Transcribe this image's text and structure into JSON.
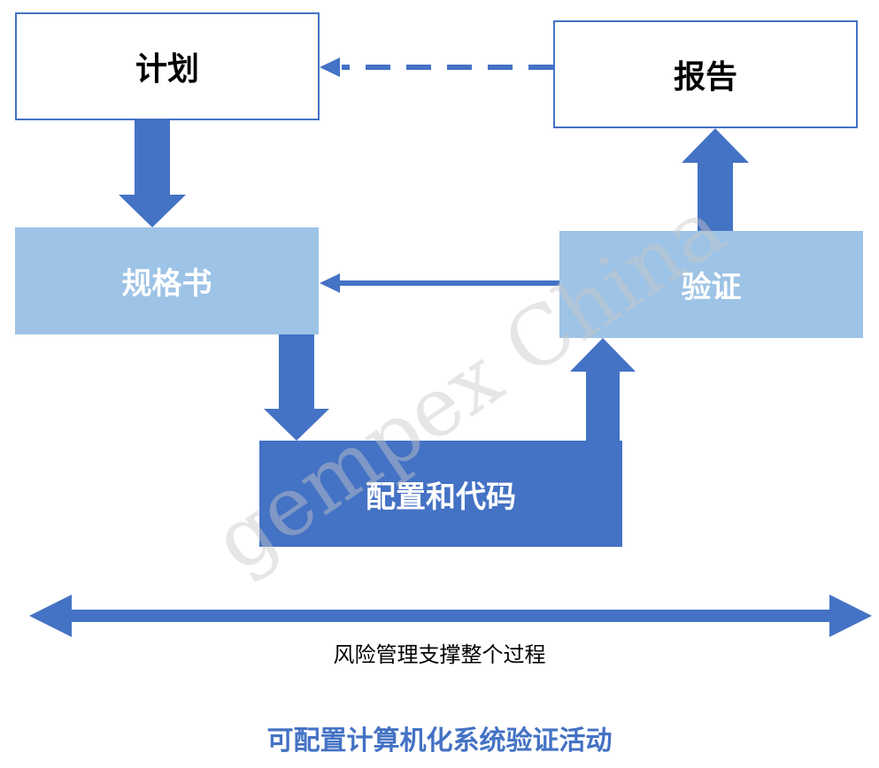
{
  "colors": {
    "dark_blue": "#4472c4",
    "light_blue": "#9dc3e6",
    "title_blue": "#4472c4"
  },
  "boxes": {
    "plan": "计划",
    "report": "报告",
    "specification": "规格书",
    "verification": "验证",
    "configuration_and_code": "配置和代码"
  },
  "risk_caption": "风险管理支撑整个过程",
  "title": "可配置计算机化系统验证活动",
  "watermark": "gempex China"
}
